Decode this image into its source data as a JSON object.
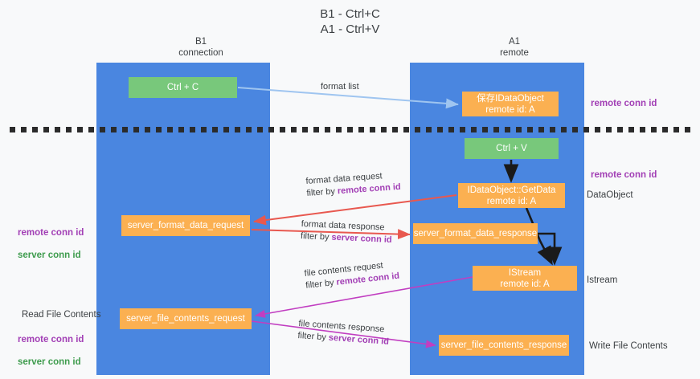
{
  "title": "B1 - Ctrl+C\nA1 - Ctrl+V",
  "columns": {
    "left": "B1\nconnection",
    "right": "A1\nremote"
  },
  "colors": {
    "lane": "#4a86e0",
    "green_node": "#78c87b",
    "orange_node": "#fbb051",
    "purple_text": "#a23fb5",
    "green_text": "#3f9c4e",
    "arrow_blue": "#9fc5f0",
    "arrow_red": "#e8584f",
    "arrow_magenta": "#c13ec1",
    "arrow_black": "#1a1a1a",
    "background": "#f8f9fa"
  },
  "nodes": {
    "ctrl_c": "Ctrl + C",
    "save_dataobject": "保存IDataObject\nremote id: A",
    "ctrl_v": "Ctrl + V",
    "getdata": "IDataObject::GetData\nremote id: A",
    "server_format_data_request": "server_format_data_request",
    "server_format_data_response": "server_format_data_response",
    "istream": "IStream\nremote id: A",
    "server_file_contents_request": "server_file_contents_request",
    "server_file_contents_response": "server_file_contents_response"
  },
  "edge_labels": {
    "format_list": "format list",
    "format_data_request": {
      "line1": "format data request",
      "line2_prefix": "filter by ",
      "line2_highlight": "remote conn id"
    },
    "format_data_response": {
      "line1": "format data response",
      "line2_prefix": "filter by ",
      "line2_highlight": "server conn id"
    },
    "file_contents_request": {
      "line1": "file contents request",
      "line2_prefix": "filter by ",
      "line2_highlight": "remote conn id"
    },
    "file_contents_response": {
      "line1": "file contents response",
      "line2_prefix": "filter by ",
      "line2_highlight": "server conn id"
    }
  },
  "annotations": {
    "right_conn_id_top": "remote conn id",
    "right_conn_id_mid": "remote conn id",
    "right_dataobject": "DataObject",
    "right_istream": "Istream",
    "right_write_file_contents": "Write File Contents",
    "left_read_file_contents": "Read File Contents",
    "left_remote_conn_id": "remote conn id",
    "left_server_conn_id": "server conn id"
  }
}
